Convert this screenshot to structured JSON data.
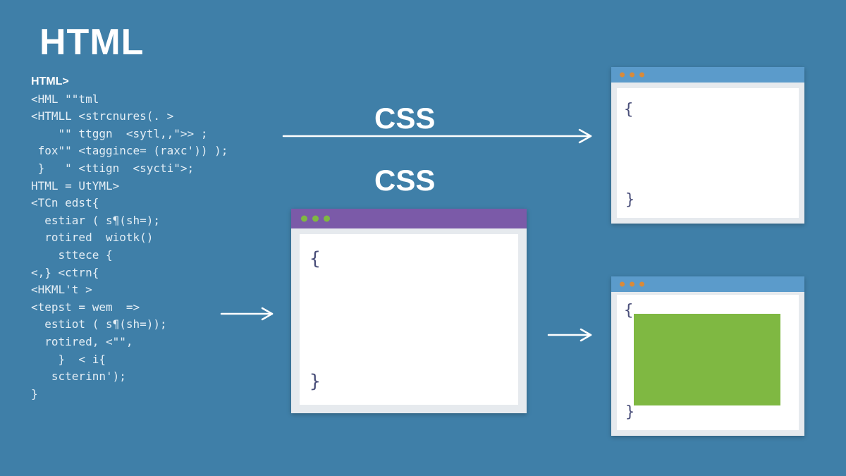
{
  "title": "HTML",
  "code_lines": [
    "HTML>",
    "<HML \"\"tml",
    "<HTMLL <strcnures(. >",
    "    \"\" ttggn  <sytl,,\">> ;",
    " fox\"\" <taggince= (raxc')) );",
    " }   \" <ttign  <sycti\">;",
    "HTML = UtYML>",
    "<TCn edst{",
    "  estiar ( s¶(sh=);",
    "  rotired  wiotk()",
    "    sttece {",
    "<,} <ctrn{",
    "<HKML't >",
    "<tepst = wem  =>",
    "  estiot ( s¶(sh=));",
    "  rotired, <\"\",",
    "    }  < i{",
    "   scterinn');",
    "}"
  ],
  "css_labels": [
    "CSS",
    "CSS"
  ],
  "colors": {
    "background": "#3f7fa8",
    "window_bar_blue": "#5b9bcb",
    "window_bar_purple": "#7b5aa8",
    "dot_orange": "#d98a3a",
    "dot_green": "#7fb842",
    "green_block": "#7fb842",
    "brace": "#4a4f7a"
  },
  "windows": {
    "top_right": {
      "open_brace": "{",
      "close_brace": "}"
    },
    "center": {
      "open_brace": "{",
      "close_brace": "}"
    },
    "bottom_right": {
      "open_brace": "{",
      "close_brace": "}"
    }
  }
}
